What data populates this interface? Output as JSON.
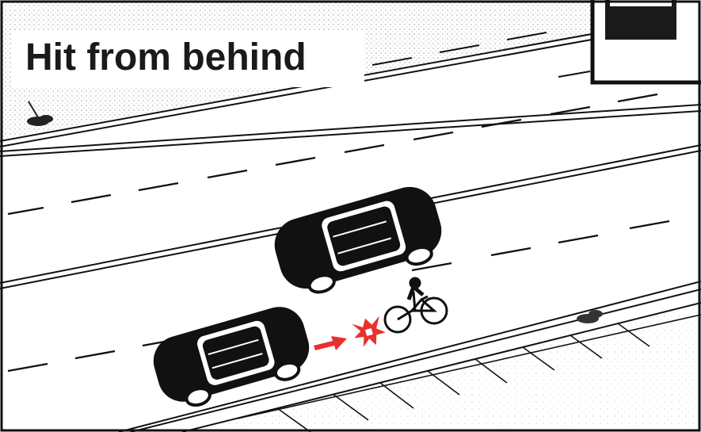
{
  "title": "Hit from behind",
  "colors": {
    "ink": "#111111",
    "road": "#ffffff",
    "impact_marker": "#e8312f",
    "sidewalk_stipple": "#c8c8c8"
  },
  "icons": {
    "corner_symbol": "road-sign-symbol-icon",
    "impact": "impact-burst-icon",
    "direction": "arrow-right-icon"
  },
  "scene": {
    "vehicles": [
      "car-passing",
      "car-striking"
    ],
    "subject": "cyclist"
  }
}
